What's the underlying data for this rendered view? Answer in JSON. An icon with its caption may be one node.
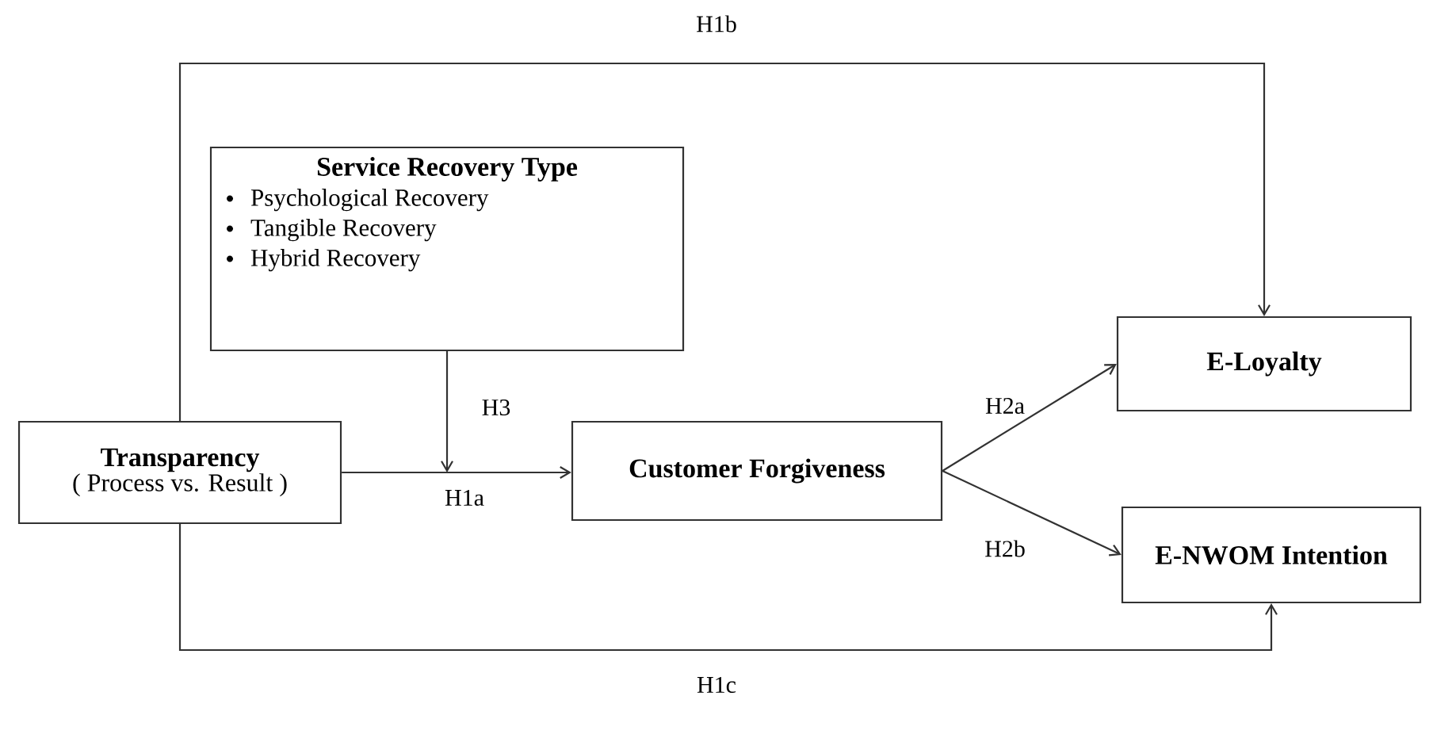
{
  "diagram": {
    "nodes": [
      {
        "text": [
          "Service Recovery Type",
          "Psychological Recovery",
          "Tangible Recovery",
          "Hybrid Recovery"
        ]
      },
      {
        "text": [
          "Transparency",
          "( Process vs. Result )"
        ]
      },
      {
        "text": [
          "Customer Forgiveness"
        ]
      },
      {
        "text": [
          "E-Loyalty"
        ]
      },
      {
        "text": [
          "E-NWOM Intention"
        ]
      }
    ],
    "edges": [
      {
        "from": 1,
        "to": 2,
        "arrow": "to",
        "label": "H1a"
      },
      {
        "from": 0,
        "to": null,
        "arrow": "to",
        "label": "H3"
      },
      {
        "from": 1,
        "to": 3,
        "arrow": "to",
        "label": "H1b"
      },
      {
        "from": 1,
        "to": 4,
        "arrow": "to",
        "label": "H1c"
      },
      {
        "from": 2,
        "to": 3,
        "arrow": "to",
        "label": "H2a"
      },
      {
        "from": 2,
        "to": 4,
        "arrow": "to",
        "label": "H2b"
      }
    ]
  }
}
